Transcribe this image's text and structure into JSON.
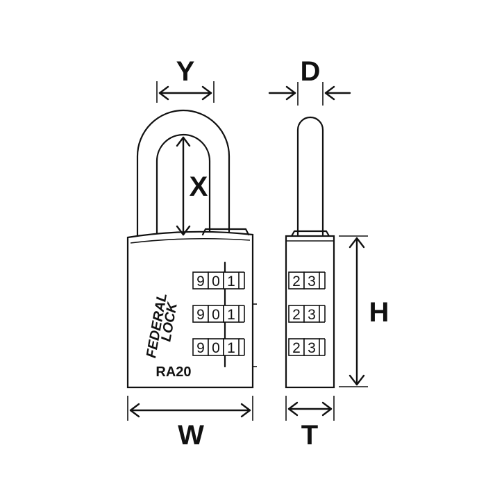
{
  "dimensions": {
    "y_label": "Y",
    "x_label": "X",
    "d_label": "D",
    "h_label": "H",
    "w_label": "W",
    "t_label": "T"
  },
  "lock": {
    "brand_line1": "FEDERAL",
    "brand_line2": "LOCK",
    "model": "RA20",
    "front_wheels": [
      {
        "digits": [
          "9",
          "0",
          "1"
        ]
      },
      {
        "digits": [
          "9",
          "0",
          "1"
        ]
      },
      {
        "digits": [
          "9",
          "0",
          "1"
        ]
      }
    ],
    "side_wheels": [
      {
        "digits": [
          "2",
          "3"
        ]
      },
      {
        "digits": [
          "2",
          "3"
        ]
      },
      {
        "digits": [
          "2",
          "3"
        ]
      }
    ]
  },
  "colors": {
    "ink": "#111111",
    "background": "#ffffff"
  }
}
